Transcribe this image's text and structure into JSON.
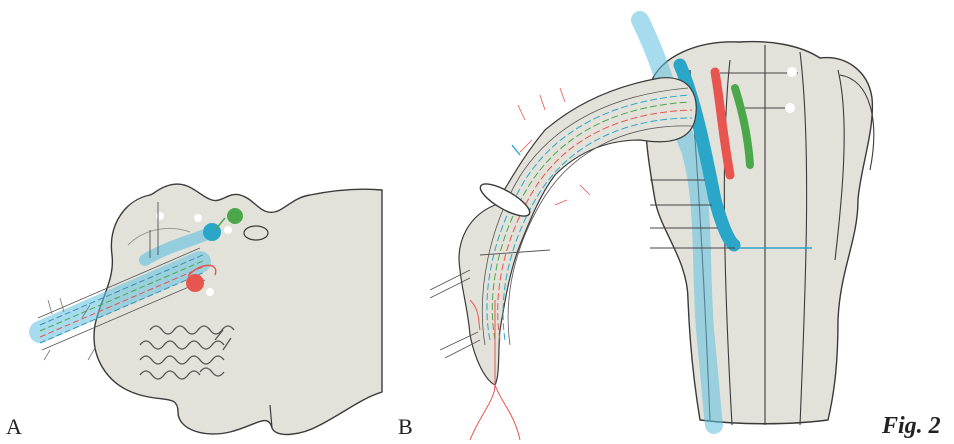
{
  "figure": {
    "panel_a_label": "A",
    "panel_b_label": "B",
    "figure_label": "Fig. 2"
  },
  "colors": {
    "tissue_fill": "#e3e2da",
    "outline": "#3a3a3a",
    "nerve_blue": "#5fc0e0",
    "nerve_green": "#4aa84a",
    "nerve_red": "#e8554e",
    "nerve_cyan": "#2aa6c8",
    "leader_line": "#555555"
  }
}
